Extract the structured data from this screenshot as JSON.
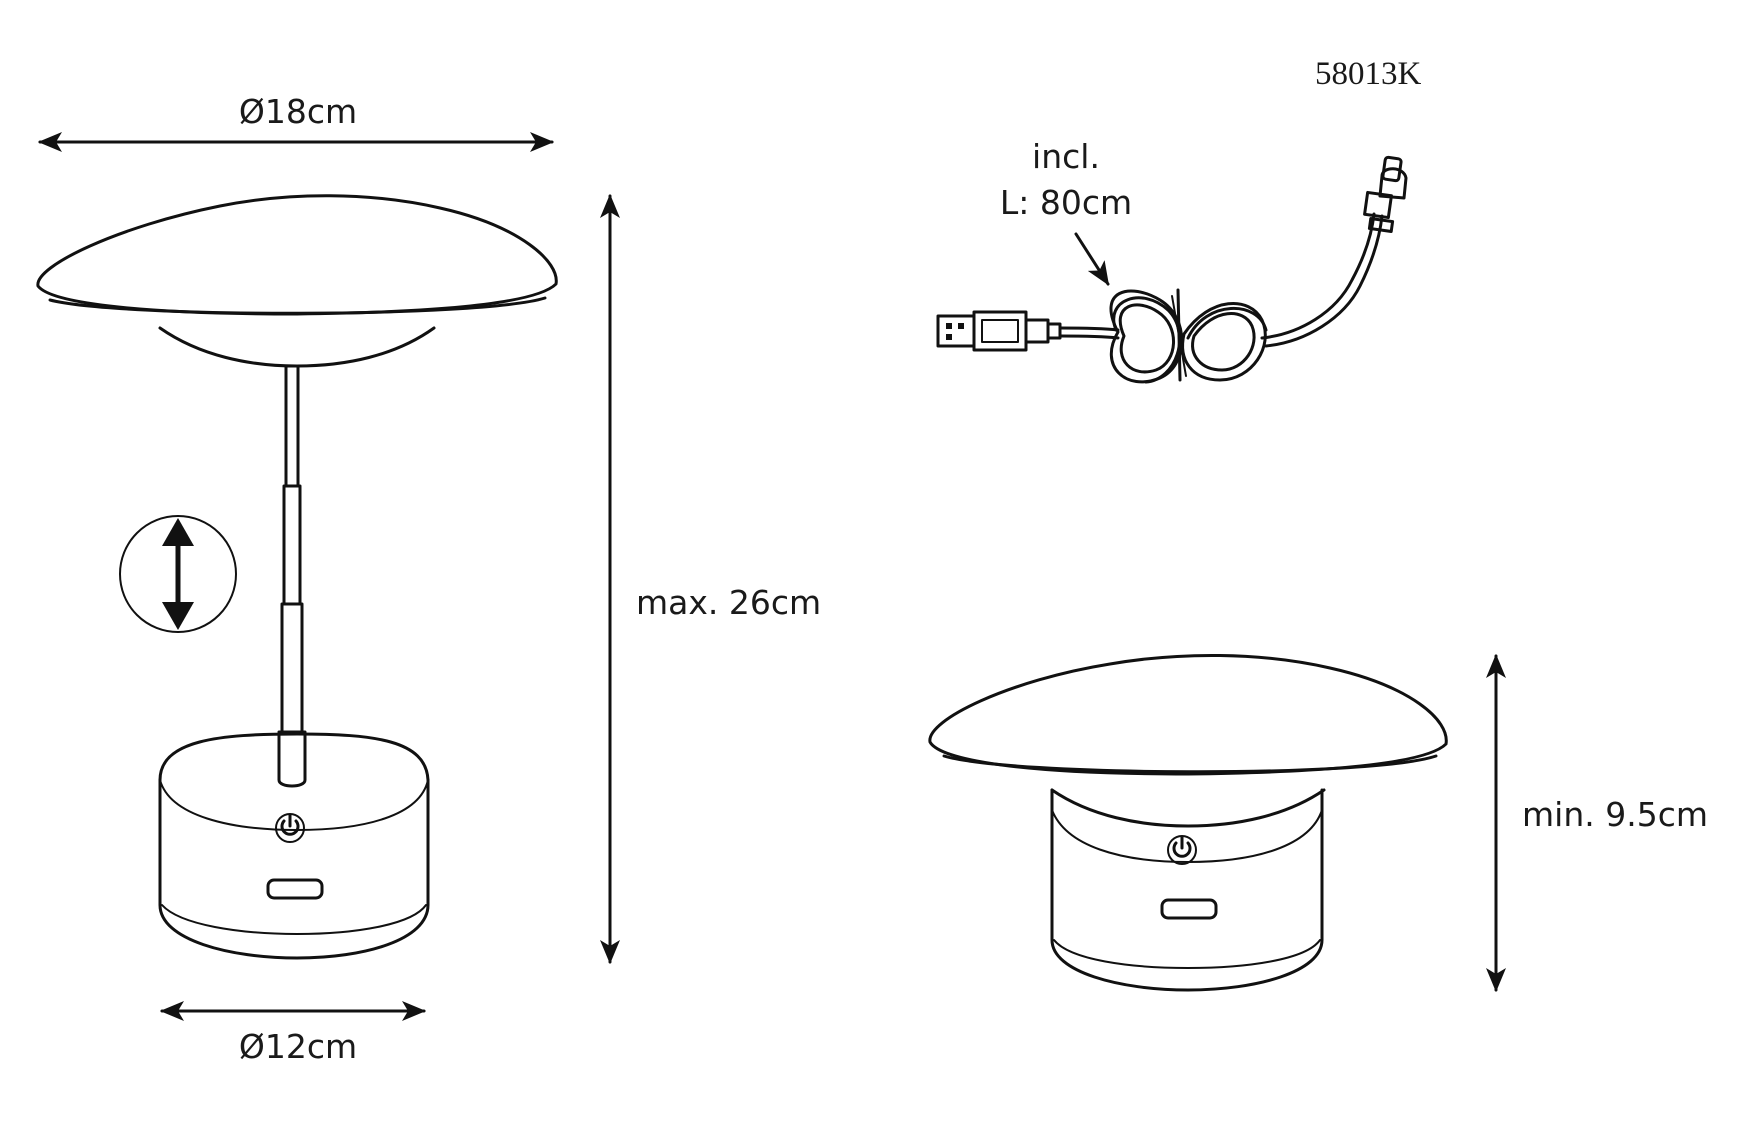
{
  "product": {
    "code": "58013K"
  },
  "dimensions": {
    "shade_diameter": "Ø18cm",
    "base_diameter": "Ø12cm",
    "max_height": "max. 26cm",
    "min_height": "min. 9.5cm"
  },
  "cable": {
    "line1": "incl.",
    "line2": "L: 80cm"
  },
  "icons": {
    "adjust": "height-adjust-icon",
    "power": "power-icon",
    "usb": "usb-plug-icon",
    "usbc": "usb-c-plug-icon"
  }
}
